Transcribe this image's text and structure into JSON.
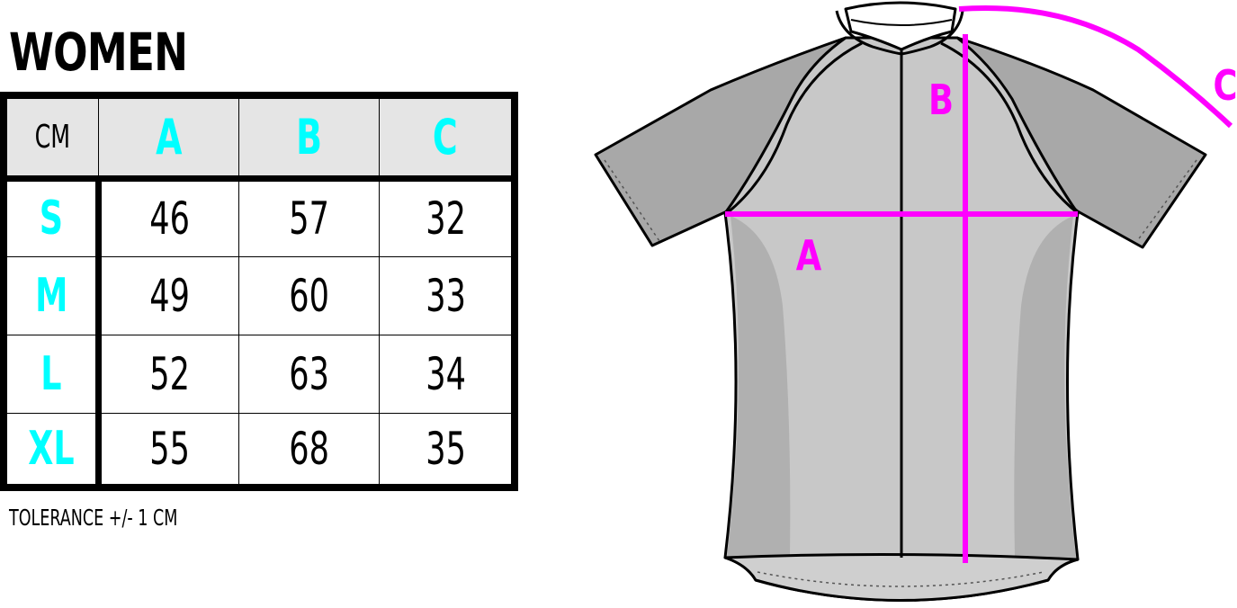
{
  "title": "WOMEN",
  "table": {
    "unit": "CM",
    "columns": [
      "A",
      "B",
      "C"
    ],
    "rows": [
      {
        "size": "S",
        "values": [
          "46",
          "57",
          "32"
        ]
      },
      {
        "size": "M",
        "values": [
          "49",
          "60",
          "33"
        ]
      },
      {
        "size": "L",
        "values": [
          "52",
          "63",
          "34"
        ]
      },
      {
        "size": "XL",
        "values": [
          "55",
          "68",
          "35"
        ]
      }
    ]
  },
  "footnote": "TOLERANCE +/- 1 CM",
  "diagram": {
    "labels": {
      "a": "A",
      "b": "B",
      "c": "C"
    }
  },
  "colors": {
    "size_label": "#00ffff",
    "measure_line": "#ff00ff",
    "header_bg": "#e5e5e5",
    "jersey_body": "#c8c8c8",
    "jersey_sleeve": "#a8a8a8",
    "jersey_side_panel": "#b0b0b0"
  }
}
